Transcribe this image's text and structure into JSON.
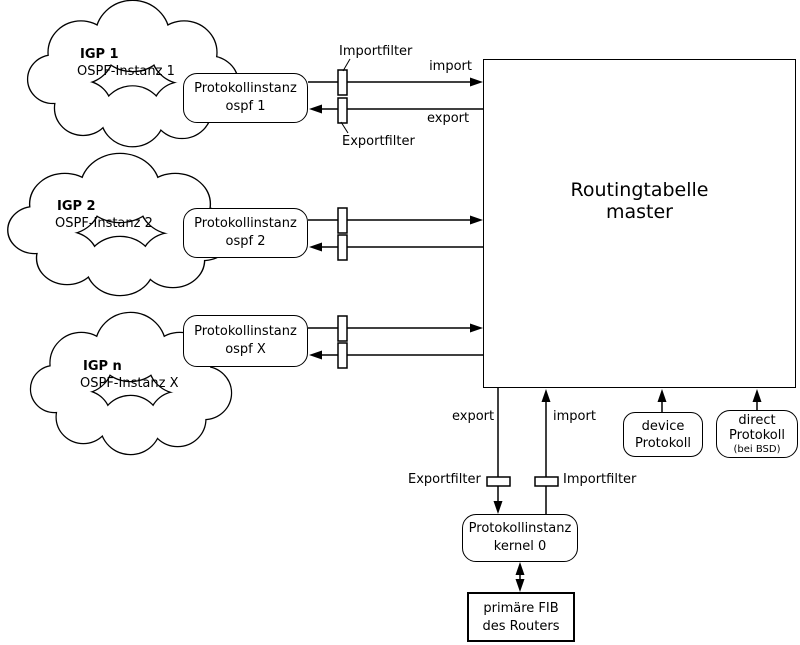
{
  "diagram": {
    "colors": {
      "stroke": "#000000",
      "background": "#ffffff"
    },
    "clouds": [
      {
        "name": "IGP 1",
        "instance": "OSPF-Instanz 1"
      },
      {
        "name": "IGP 2",
        "instance": "OSPF-Instanz 2"
      },
      {
        "name": "IGP n",
        "instance": "OSPF-Instanz X"
      }
    ],
    "protocol_instances": [
      {
        "title": "Protokollinstanz",
        "subtitle": "ospf 1"
      },
      {
        "title": "Protokollinstanz",
        "subtitle": "ospf 2"
      },
      {
        "title": "Protokollinstanz",
        "subtitle": "ospf X"
      }
    ],
    "routing_table": {
      "title": "Routingtabelle",
      "subtitle": "master"
    },
    "labels": {
      "importfilter": "Importfilter",
      "exportfilter": "Exportfilter",
      "import": "import",
      "export": "export"
    },
    "device_protocol": {
      "line1": "device",
      "line2": "Protokoll"
    },
    "direct_protocol": {
      "line1": "direct",
      "line2": "Protokoll",
      "note": "(bei BSD)"
    },
    "kernel_instance": {
      "title": "Protokollinstanz",
      "subtitle": "kernel 0"
    },
    "fib": {
      "line1": "primäre FIB",
      "line2": "des Routers"
    }
  }
}
